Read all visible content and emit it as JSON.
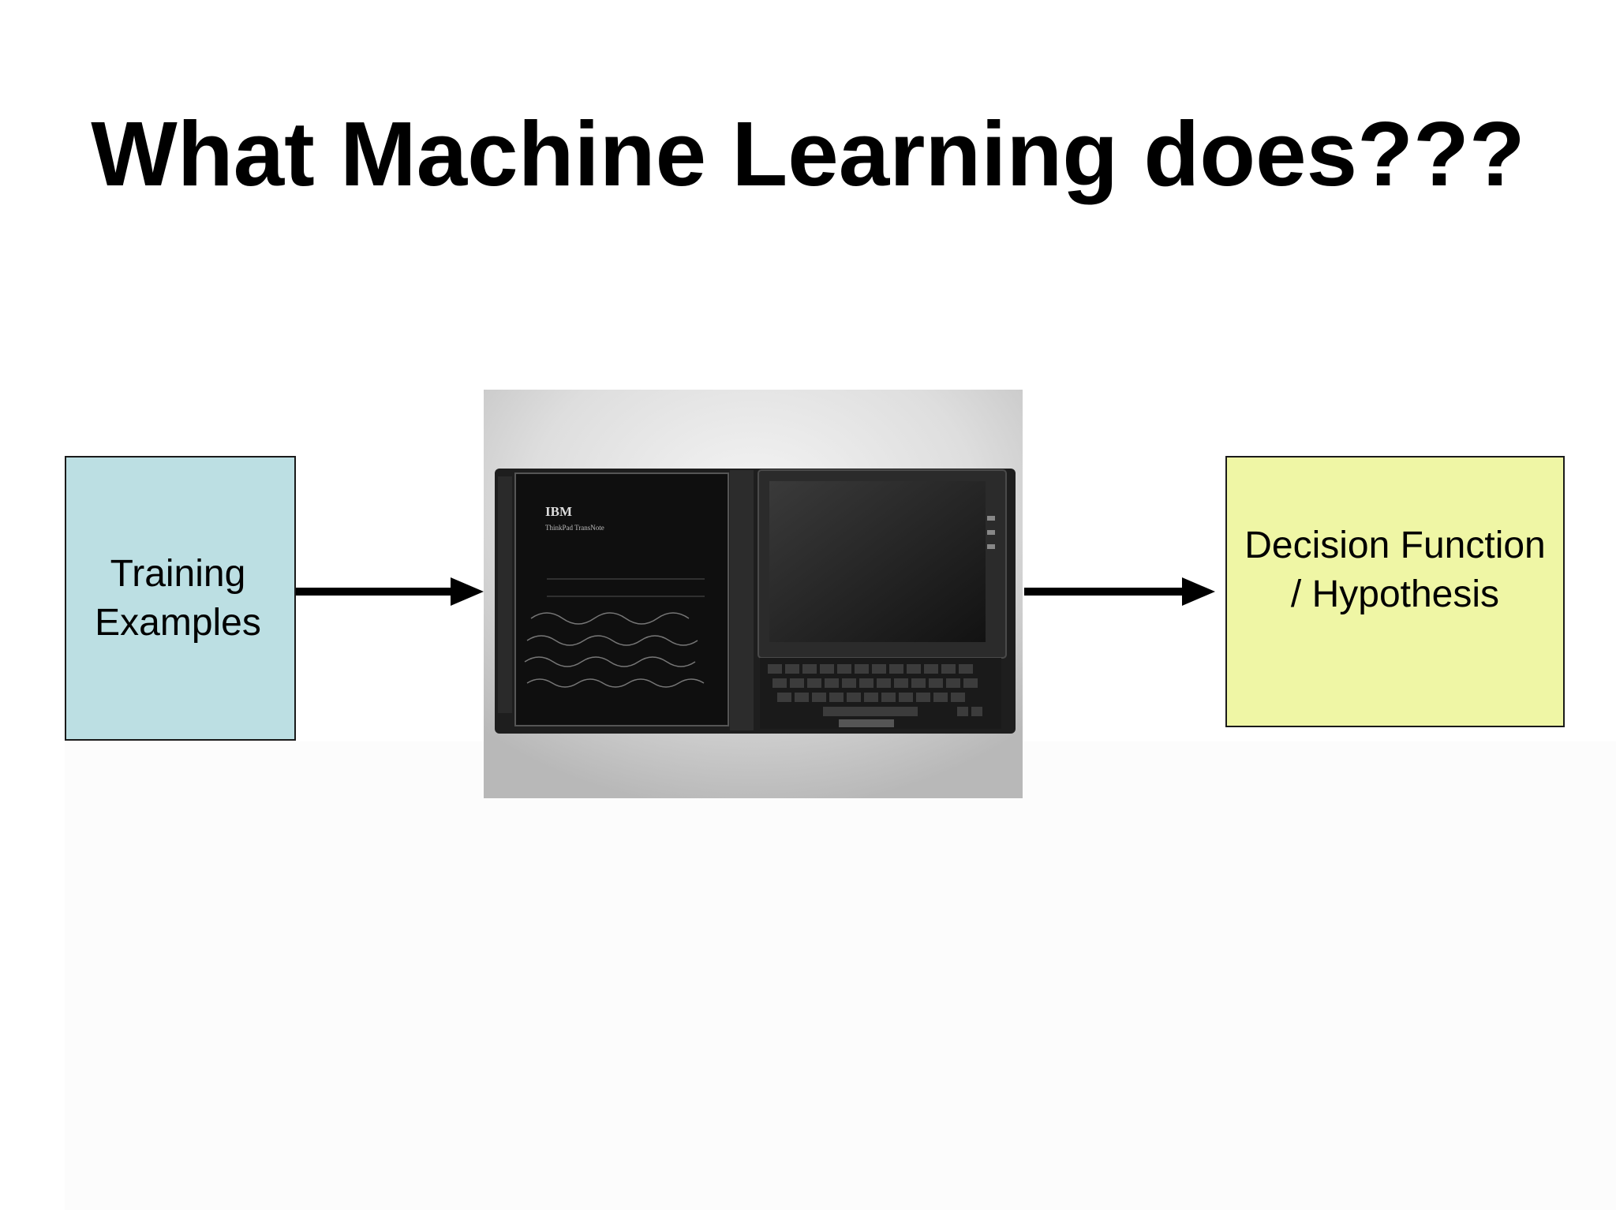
{
  "slide": {
    "title": "What Machine Learning does???"
  },
  "diagram": {
    "input_box": {
      "label": "Training\nExamples",
      "color": "#bcdfe3"
    },
    "output_box": {
      "label": "Decision Function\n/ Hypothesis",
      "color": "#eff6a5"
    },
    "learner_image": {
      "description_icon": "tablet-laptop-photo",
      "brand_text": "IBM",
      "product_text": "ThinkPad TransNote"
    },
    "arrow_color": "#000000"
  }
}
